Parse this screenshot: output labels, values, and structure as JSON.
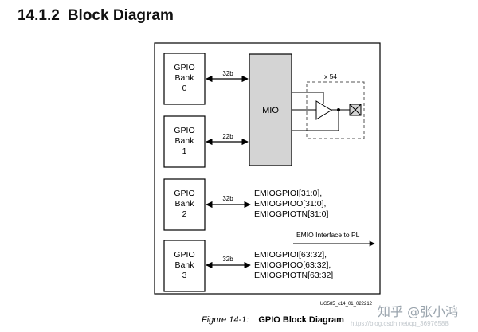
{
  "section": {
    "number": "14.1.2",
    "title": "Block Diagram"
  },
  "banks": [
    {
      "line1": "GPIO",
      "line2": "Bank",
      "line3": "0",
      "bus": "32b"
    },
    {
      "line1": "GPIO",
      "line2": "Bank",
      "line3": "1",
      "bus": "22b"
    },
    {
      "line1": "GPIO",
      "line2": "Bank",
      "line3": "2",
      "bus": "32b"
    },
    {
      "line1": "GPIO",
      "line2": "Bank",
      "line3": "3",
      "bus": "32b"
    }
  ],
  "mio": {
    "label": "MIO",
    "repeat": "x 54"
  },
  "emio_signals": [
    [
      "EMIOGPIOI[31:0],",
      "EMIOGPIOO[31:0],",
      "EMIOGPIOTN[31:0]"
    ],
    [
      "EMIOGPIOI[63:32],",
      "EMIOGPIOO[63:32],",
      "EMIOGPIOTN[63:32]"
    ]
  ],
  "emio_interface": "EMIO Interface to PL",
  "doc_id": "UG585_c14_01_022212",
  "caption": {
    "figure": "Figure 14-1:",
    "title": "GPIO Block Diagram"
  },
  "watermark": {
    "text": "知乎 @张小鸿",
    "url": "https://blog.csdn.net/qq_36976588"
  }
}
